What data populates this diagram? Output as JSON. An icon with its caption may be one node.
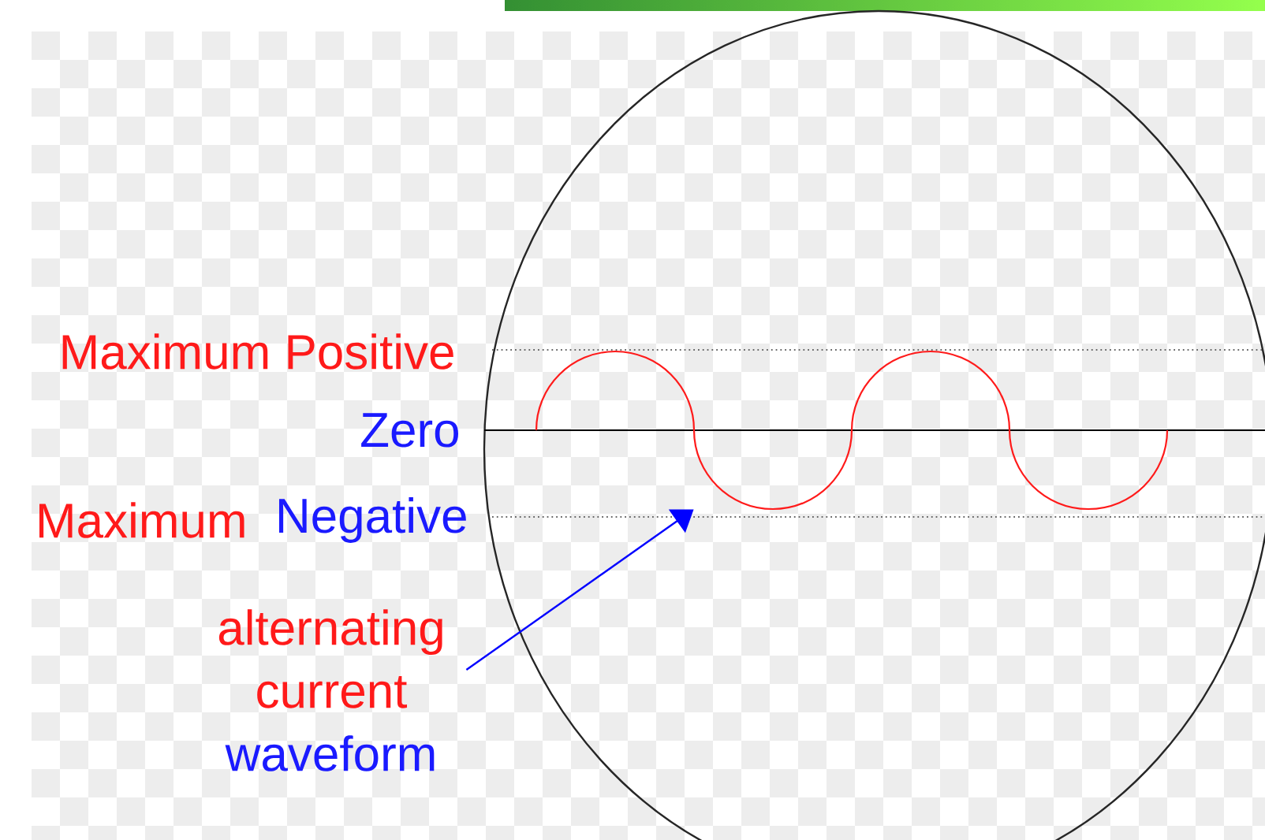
{
  "diagram": {
    "nodes": [
      {
        "text": [
          "alternating current",
          "waveform"
        ]
      },
      {
        "text": [],
        "shape": "picture"
      }
    ],
    "edges": [
      {
        "from": 0,
        "to": 1,
        "arrow": "to",
        "color": "#0000ff"
      }
    ],
    "labels": [
      "Maximum Positive",
      "Zero",
      "Maximum",
      "Negative"
    ]
  }
}
